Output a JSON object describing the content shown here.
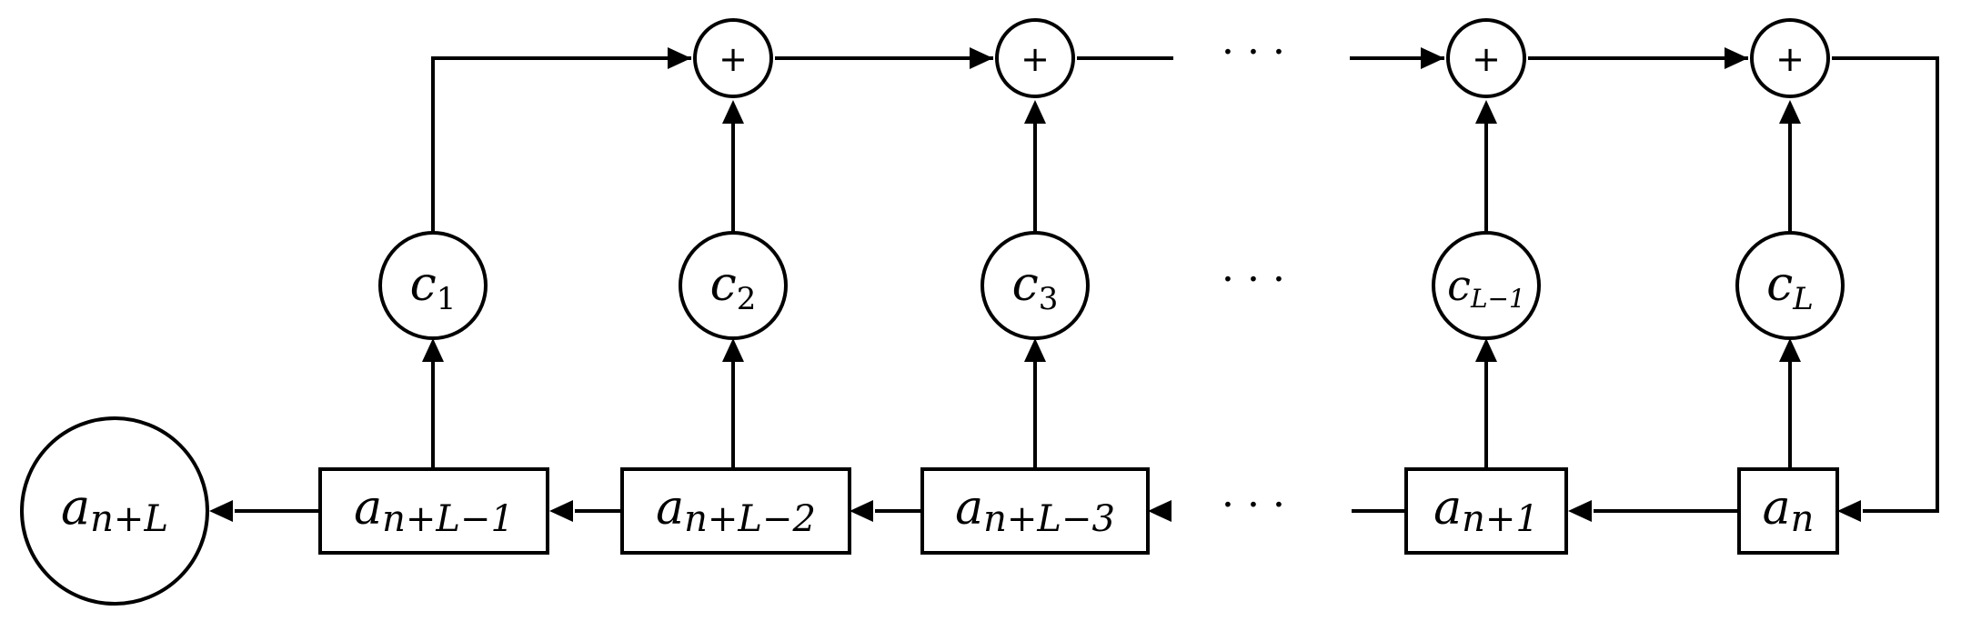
{
  "registers": [
    {
      "base": "a",
      "sub": "n+L−1"
    },
    {
      "base": "a",
      "sub": "n+L−2"
    },
    {
      "base": "a",
      "sub": "n+L−3"
    },
    {
      "base": "a",
      "sub": "n+1"
    },
    {
      "base": "a",
      "sub": "n"
    }
  ],
  "coefficients": [
    {
      "base": "c",
      "sub": "1"
    },
    {
      "base": "c",
      "sub": "2"
    },
    {
      "base": "c",
      "sub": "3"
    },
    {
      "base": "c",
      "sub": "L−1"
    },
    {
      "base": "c",
      "sub": "L"
    }
  ],
  "adder_symbol": "+",
  "output": {
    "base": "a",
    "sub": "n+L"
  },
  "ellipsis": "· · ·"
}
